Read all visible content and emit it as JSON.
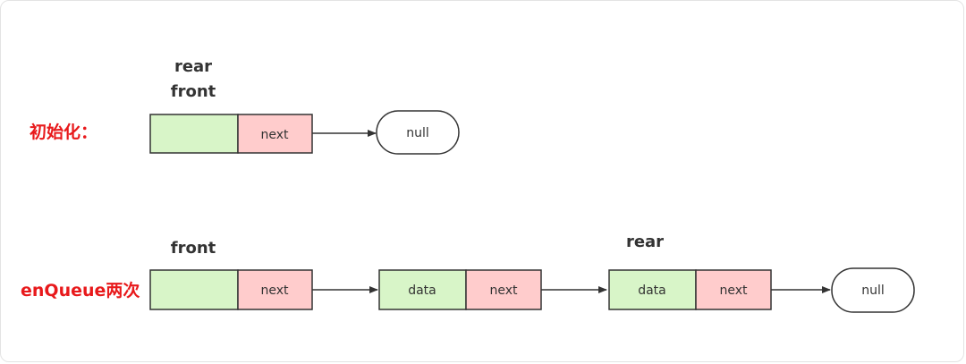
{
  "section_labels": {
    "init": "初始化：",
    "enqueue": "enQueue两次"
  },
  "pointers": {
    "init_rear": "rear",
    "init_front": "front",
    "enq_front": "front",
    "enq_rear": "rear"
  },
  "nodes": {
    "init_head_next": "next",
    "init_null": "null",
    "enq_head_next": "next",
    "enq_node1_data": "data",
    "enq_node1_next": "next",
    "enq_node2_data": "data",
    "enq_node2_next": "next",
    "enq_null": "null"
  },
  "colors": {
    "data_cell": "#d8f5c8",
    "next_cell": "#ffcccc",
    "border": "#333333",
    "section_label": "#e8191b"
  }
}
